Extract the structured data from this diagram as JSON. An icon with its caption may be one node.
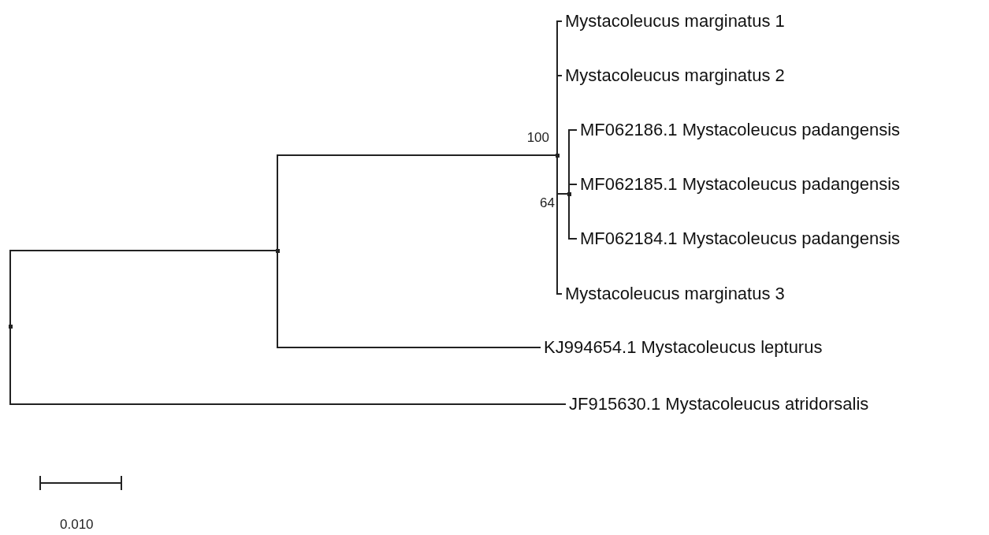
{
  "diagram": {
    "nodes": [
      {
        "text": [],
        "shape": "point"
      },
      {
        "text": [],
        "shape": "point"
      },
      {
        "text": [],
        "shape": "point",
        "beside": [
          "100"
        ]
      },
      {
        "text": [
          "Mystacoleucus marginatus 1"
        ]
      },
      {
        "text": [
          "Mystacoleucus marginatus 2"
        ]
      },
      {
        "text": [],
        "shape": "point",
        "beside": [
          "64"
        ]
      },
      {
        "text": [
          "MF062186.1 Mystacoleucus padangensis"
        ]
      },
      {
        "text": [
          "MF062185.1 Mystacoleucus padangensis"
        ]
      },
      {
        "text": [
          "MF062184.1 Mystacoleucus padangensis"
        ]
      },
      {
        "text": [
          "Mystacoleucus marginatus 3"
        ]
      },
      {
        "text": [
          "KJ994654.1 Mystacoleucus lepturus"
        ]
      },
      {
        "text": [
          "JF915630.1 Mystacoleucus atridorsalis"
        ]
      }
    ],
    "edges": [
      {
        "from": 0,
        "to": 1,
        "arrow": "none"
      },
      {
        "from": 0,
        "to": 11,
        "arrow": "none"
      },
      {
        "from": 1,
        "to": 2,
        "arrow": "none"
      },
      {
        "from": 1,
        "to": 10,
        "arrow": "none"
      },
      {
        "from": 2,
        "to": 3,
        "arrow": "none"
      },
      {
        "from": 2,
        "to": 4,
        "arrow": "none"
      },
      {
        "from": 2,
        "to": 5,
        "arrow": "none"
      },
      {
        "from": 2,
        "to": 9,
        "arrow": "none"
      },
      {
        "from": 5,
        "to": 6,
        "arrow": "none"
      },
      {
        "from": 5,
        "to": 7,
        "arrow": "none"
      },
      {
        "from": 5,
        "to": 8,
        "arrow": "none"
      }
    ],
    "labels": [
      "0.010"
    ]
  }
}
